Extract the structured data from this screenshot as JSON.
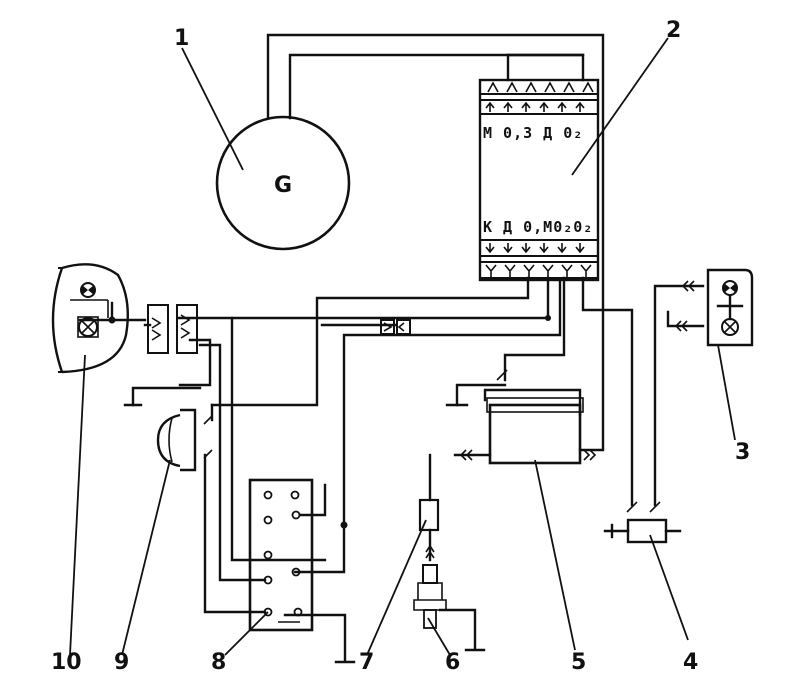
{
  "component_numbers": [
    "1",
    "2",
    "3",
    "4",
    "5",
    "6",
    "7",
    "8",
    "9",
    "10"
  ],
  "generator": {
    "symbol": "G"
  },
  "module": {
    "top_code": "М 0,3 Д 0₂",
    "bottom_code": "К Д 0,М0₂0₂"
  }
}
